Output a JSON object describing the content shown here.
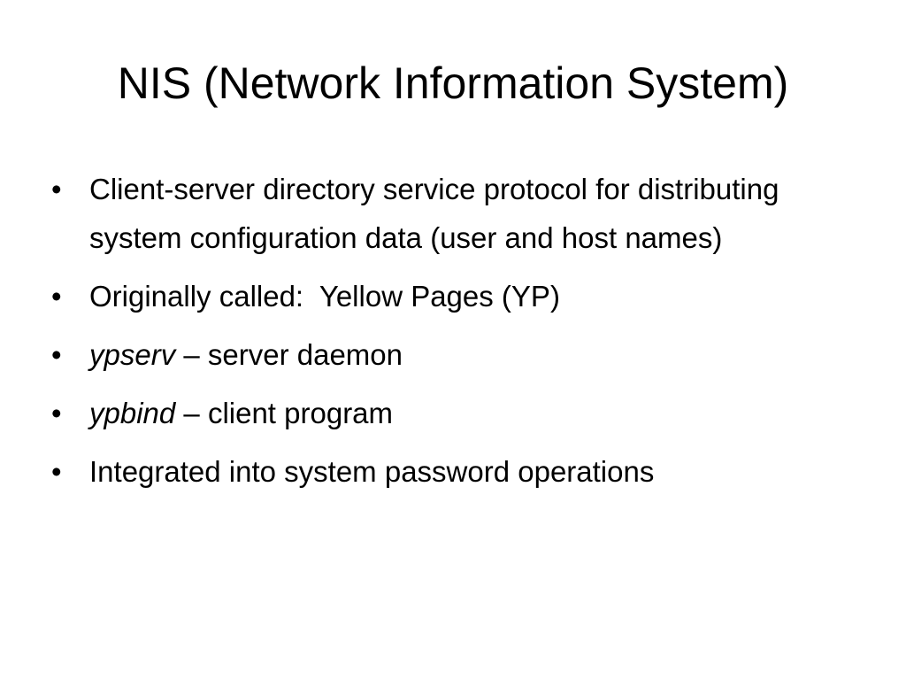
{
  "slide": {
    "title": "NIS (Network Information System)",
    "bullets": [
      {
        "text": "Client-server directory service protocol for distributing system configuration data (user and host names)"
      },
      {
        "text": "Originally called:  Yellow Pages (YP)"
      },
      {
        "term": "ypserv",
        "text": " – server daemon"
      },
      {
        "term": "ypbind",
        "text": " – client program"
      },
      {
        "text": "Integrated into system password operations"
      }
    ],
    "bullet_glyph": "•"
  }
}
